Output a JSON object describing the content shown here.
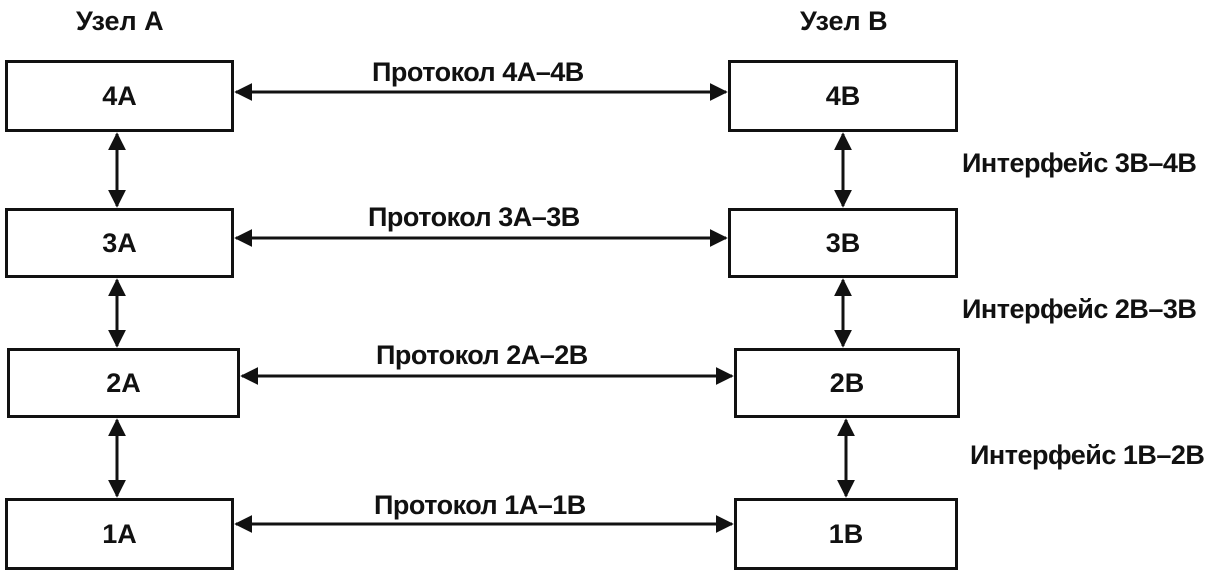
{
  "node_a": {
    "title": "Узел А",
    "layers": [
      "4А",
      "3А",
      "2А",
      "1А"
    ]
  },
  "node_b": {
    "title": "Узел В",
    "layers": [
      "4В",
      "3В",
      "2В",
      "1В"
    ]
  },
  "protocols": [
    "Протокол 4А–4В",
    "Протокол 3А–3В",
    "Протокол 2А–2В",
    "Протокол 1А–1В"
  ],
  "interfaces": [
    "Интерфейс 3В–4В",
    "Интерфейс 2В–3В",
    "Интерфейс 1В–2В"
  ],
  "colors": {
    "line": "#111111",
    "background": "#ffffff"
  }
}
